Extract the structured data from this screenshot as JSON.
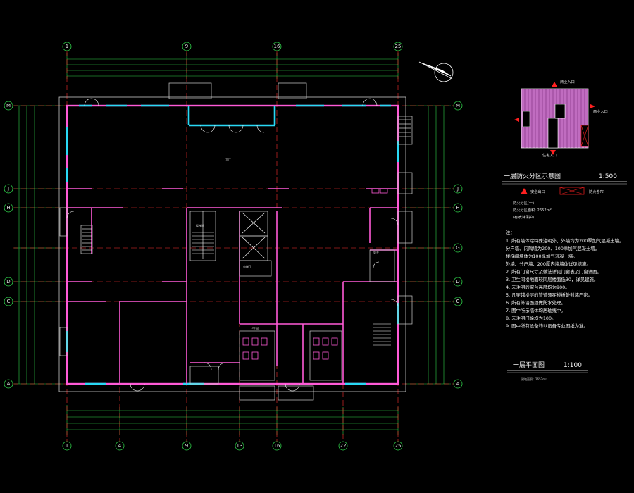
{
  "colors": {
    "background": "#000000",
    "wall": "#ff5ad7",
    "window": "#29d9f5",
    "door": "#ffffff",
    "axis_line": "#ff3030",
    "dimension": "#2fd24a",
    "stair": "#ffffff",
    "fire_zone": "#c06cc0",
    "safe_exit": "#ff2020"
  },
  "axes": {
    "vertical": [
      "1",
      "4",
      "9",
      "13",
      "16",
      "22",
      "25"
    ],
    "top_vertical": [
      "1",
      "9",
      "16",
      "25"
    ],
    "horizontal": [
      "M",
      "J",
      "H",
      "G",
      "D",
      "C",
      "A"
    ]
  },
  "rooms": {
    "room_1": "大厅",
    "room_2": "楼梯间",
    "room_3": "电梯厅",
    "room_4": "卫生间",
    "room_5": "管井"
  },
  "zone_plan": {
    "title": "一层防火分区示意图",
    "scale": "1:500",
    "safe_exit_legend": "安全出口",
    "fire_shutter_legend": "防火卷帘",
    "zone_name": "防火分区(一)",
    "zone_area": "防火分区面积: 2652m²",
    "zone_note": "(有喷淋保护)",
    "exit_top": "商业入口",
    "exit_right": "商业入口",
    "exit_bottom": "住宅入口"
  },
  "notes": {
    "heading": "注：",
    "lines": [
      "1. 所有墙体除特殊注明外，外墙均为200厚加气混凝土墙。",
      "   分户墙、内隔墙为200、100厚加气混凝土墙。",
      "   楼梯间墙体为100厚加气混凝土墙。",
      "   外墙、分户墙、200厚内墙墙体详见结施。",
      "2. 所有门窗尺寸及做法详见门窗表及门窗详图。",
      "3. 卫生间楼地面较同层楼面低30，详见建施。",
      "4. 未注明的窗台高度均为900。",
      "5. 凡穿越楼层的管道须在楼板处封堵严密。",
      "6. 所有外墙面须做防水处理。",
      "7. 图中所示墙体均居轴线中。",
      "8. 未注明门垛均为100。",
      "9. 图中所有设备均以设备专业图纸为准。"
    ]
  },
  "plan_title": {
    "title": "一层平面图",
    "scale": "1:100",
    "area_label": "建筑面积：2652m²"
  }
}
